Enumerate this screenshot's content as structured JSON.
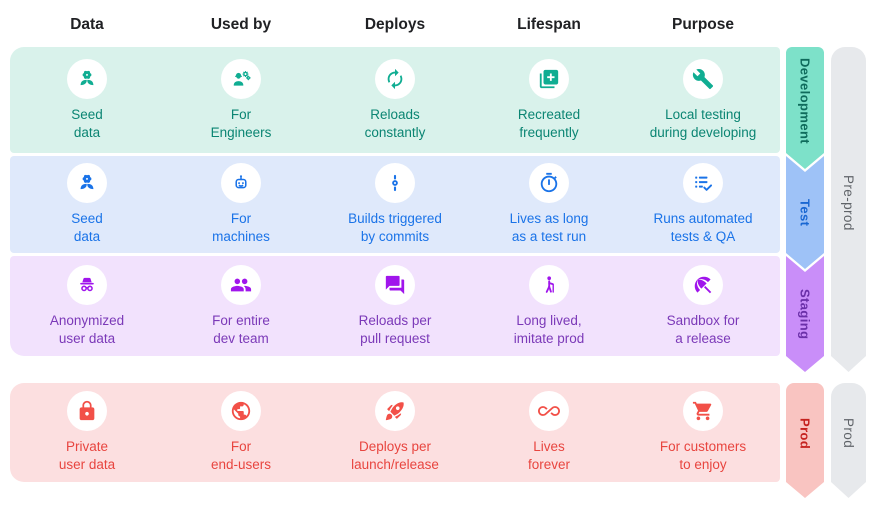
{
  "columns": [
    "Data",
    "Used by",
    "Deploys",
    "Lifespan",
    "Purpose"
  ],
  "rows": [
    {
      "env": "Development",
      "bg": "#d9f2eb",
      "accent": "#10ad92",
      "text_color": "#0b8573",
      "cells": [
        {
          "icon": "seedling-icon",
          "label": "Seed\ndata"
        },
        {
          "icon": "engineer-icon",
          "label": "For\nEngineers"
        },
        {
          "icon": "sync-icon",
          "label": "Reloads\nconstantly"
        },
        {
          "icon": "library-add-icon",
          "label": "Recreated\nfrequently"
        },
        {
          "icon": "wrench-icon",
          "label": "Local testing\nduring developing"
        }
      ]
    },
    {
      "env": "Test",
      "bg": "#dfe9fb",
      "accent": "#1a73e8",
      "text_color": "#1a73e8",
      "cells": [
        {
          "icon": "seedling-icon",
          "label": "Seed\ndata"
        },
        {
          "icon": "robot-icon",
          "label": "For\nmachines"
        },
        {
          "icon": "commit-icon",
          "label": "Builds triggered\nby commits"
        },
        {
          "icon": "timer-icon",
          "label": "Lives as long\nas a test run"
        },
        {
          "icon": "checklist-icon",
          "label": "Runs automated\ntests & QA"
        }
      ]
    },
    {
      "env": "Staging",
      "bg": "#f2e2fd",
      "accent": "#a015ec",
      "text_color": "#7b39b8",
      "cells": [
        {
          "icon": "incognito-icon",
          "label": "Anonymized\nuser data"
        },
        {
          "icon": "group-icon",
          "label": "For entire\ndev team"
        },
        {
          "icon": "forum-icon",
          "label": "Reloads per\npull request"
        },
        {
          "icon": "elderly-icon",
          "label": "Long lived,\nimitate prod"
        },
        {
          "icon": "umbrella-icon",
          "label": "Sandbox for\na release"
        }
      ]
    },
    {
      "env": "Prod",
      "bg": "#fcdfe0",
      "accent": "#f25048",
      "text_color": "#e8453f",
      "cells": [
        {
          "icon": "lock-icon",
          "label": "Private\nuser data"
        },
        {
          "icon": "globe-icon",
          "label": "For\nend-users"
        },
        {
          "icon": "rocket-icon",
          "label": "Deploys per\nlaunch/release"
        },
        {
          "icon": "infinity-icon",
          "label": "Lives\nforever"
        },
        {
          "icon": "cart-icon",
          "label": "For customers\nto enjoy"
        }
      ]
    }
  ],
  "stage_ribbons": [
    {
      "label": "Development",
      "fill": "#7de1c9",
      "text_color": "#0f6b5c"
    },
    {
      "label": "Test",
      "fill": "#9ec2f7",
      "text_color": "#1967d2"
    },
    {
      "label": "Staging",
      "fill": "#c98ef9",
      "text_color": "#6a2fa8"
    },
    {
      "label": "Prod",
      "fill": "#f9c4c1",
      "text_color": "#c5221f"
    }
  ],
  "group_ribbons": [
    {
      "label": "Pre-prod",
      "fill": "#e7e9ec",
      "text_color": "#5f6368"
    },
    {
      "label": "Prod",
      "fill": "#e7e9ec",
      "text_color": "#5f6368"
    }
  ]
}
